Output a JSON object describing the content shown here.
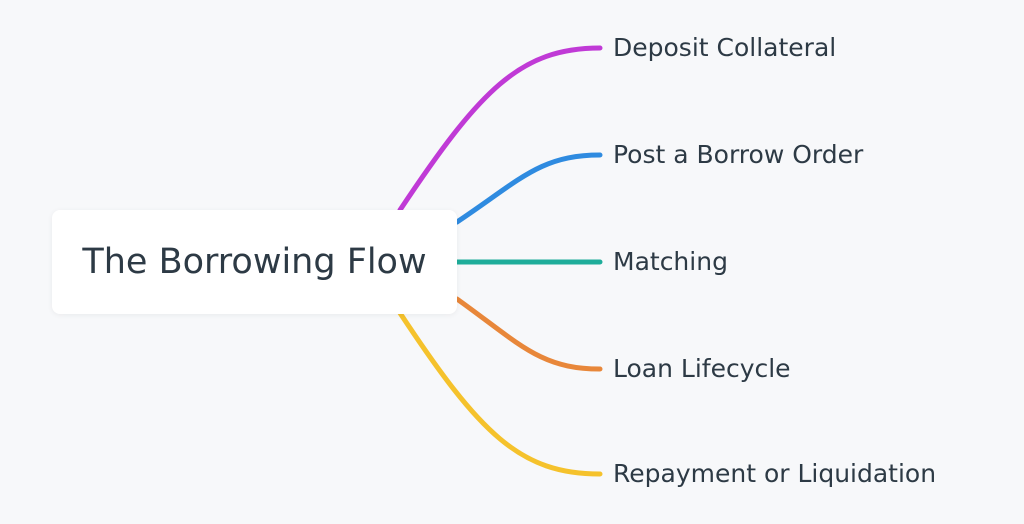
{
  "root": {
    "label": "The Borrowing Flow"
  },
  "branches": [
    {
      "label": "Deposit Collateral",
      "color": "#c03ad6"
    },
    {
      "label": "Post a Borrow Order",
      "color": "#2f8be0"
    },
    {
      "label": "Matching",
      "color": "#1ead9a"
    },
    {
      "label": "Loan Lifecycle",
      "color": "#e8873a"
    },
    {
      "label": "Repayment or Liquidation",
      "color": "#f5c22c"
    }
  ]
}
